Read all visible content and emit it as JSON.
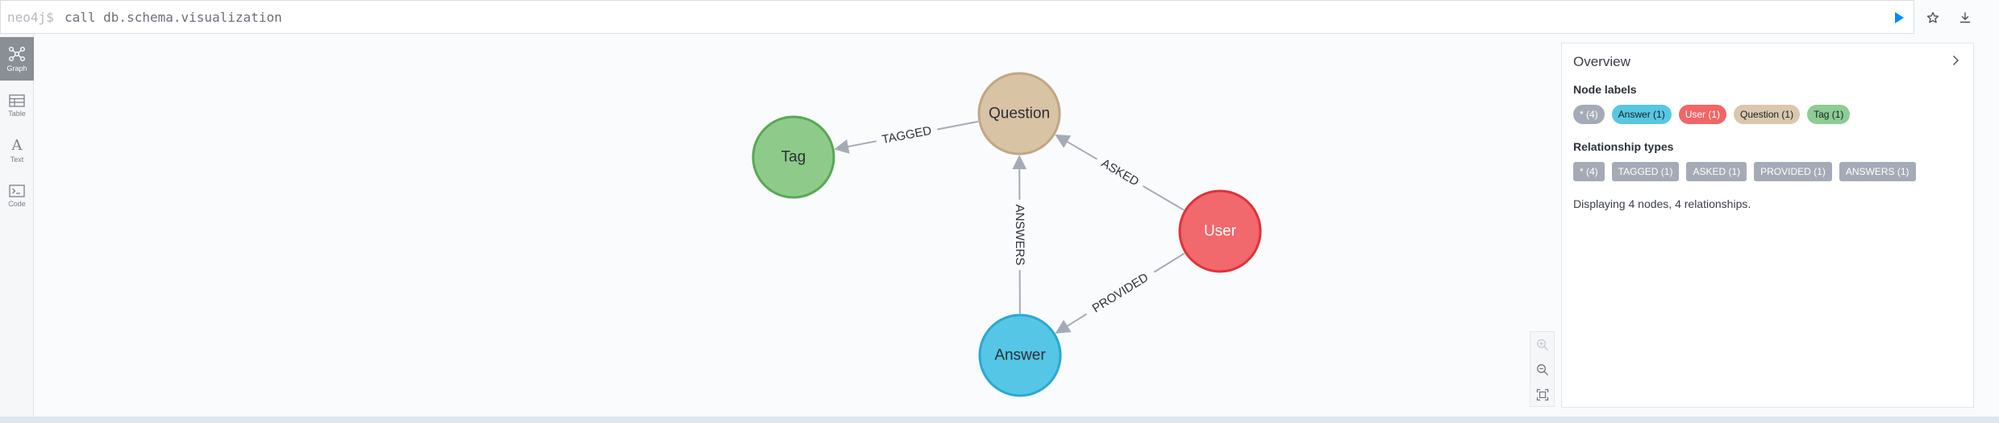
{
  "editor": {
    "prompt": "neo4j$",
    "query": "call db.schema.visualization"
  },
  "sidebar": {
    "items": [
      {
        "label": "Graph",
        "icon": "graph-icon",
        "active": true
      },
      {
        "label": "Table",
        "icon": "table-icon",
        "active": false
      },
      {
        "label": "Text",
        "icon": "text-icon",
        "active": false
      },
      {
        "label": "Code",
        "icon": "code-icon",
        "active": false
      }
    ],
    "text_glyph": "A"
  },
  "graph": {
    "nodes": [
      {
        "id": "question",
        "label": "Question",
        "color": "#d8c3a5",
        "border": "#c0a783"
      },
      {
        "id": "tag",
        "label": "Tag",
        "color": "#8ecb8b",
        "border": "#57a953"
      },
      {
        "id": "user",
        "label": "User",
        "color": "#f1686d",
        "border": "#e0323a"
      },
      {
        "id": "answer",
        "label": "Answer",
        "color": "#55c6e6",
        "border": "#2aa9d1"
      }
    ],
    "relationships": [
      {
        "type": "TAGGED",
        "from": "question",
        "to": "tag"
      },
      {
        "type": "ASKED",
        "from": "user",
        "to": "question"
      },
      {
        "type": "ANSWERS",
        "from": "answer",
        "to": "question"
      },
      {
        "type": "PROVIDED",
        "from": "user",
        "to": "answer"
      }
    ]
  },
  "overview": {
    "title": "Overview",
    "node_labels_heading": "Node labels",
    "node_labels": [
      {
        "text": "* (4)",
        "color": "#a5abb6",
        "text_color": "#ffffff"
      },
      {
        "text": "Answer (1)",
        "color": "#57c7e3",
        "text_color": "#1b1e22"
      },
      {
        "text": "User (1)",
        "color": "#f16667",
        "text_color": "#ffffff"
      },
      {
        "text": "Question (1)",
        "color": "#d9c8ae",
        "text_color": "#1b1e22"
      },
      {
        "text": "Tag (1)",
        "color": "#8dcc93",
        "text_color": "#1b1e22"
      }
    ],
    "rel_types_heading": "Relationship types",
    "rel_types": [
      {
        "text": "* (4)"
      },
      {
        "text": "TAGGED (1)"
      },
      {
        "text": "ASKED (1)"
      },
      {
        "text": "PROVIDED (1)"
      },
      {
        "text": "ANSWERS (1)"
      }
    ],
    "summary": "Displaying 4 nodes, 4 relationships."
  },
  "colors": {
    "accent": "#018bff",
    "edge": "#a5abb6"
  }
}
